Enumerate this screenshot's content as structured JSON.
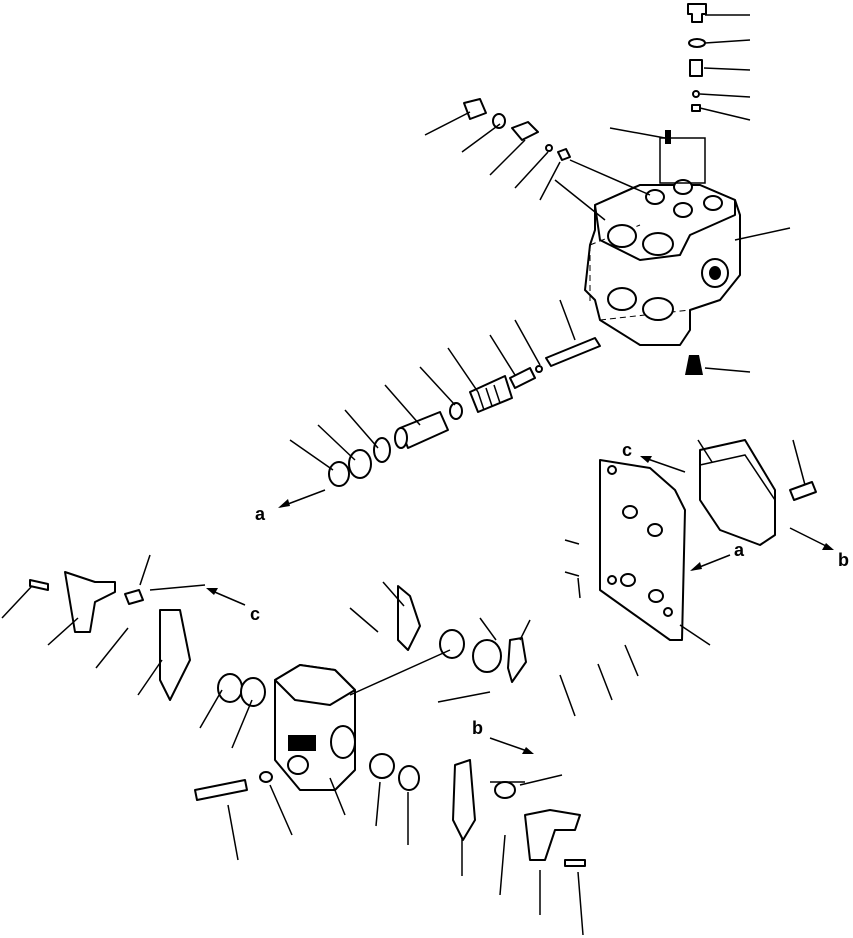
{
  "reference_letters": {
    "a_upper": "a",
    "c_upper": "c",
    "a_right": "a",
    "b_right": "b",
    "c_left": "c",
    "b_lower": "b"
  }
}
